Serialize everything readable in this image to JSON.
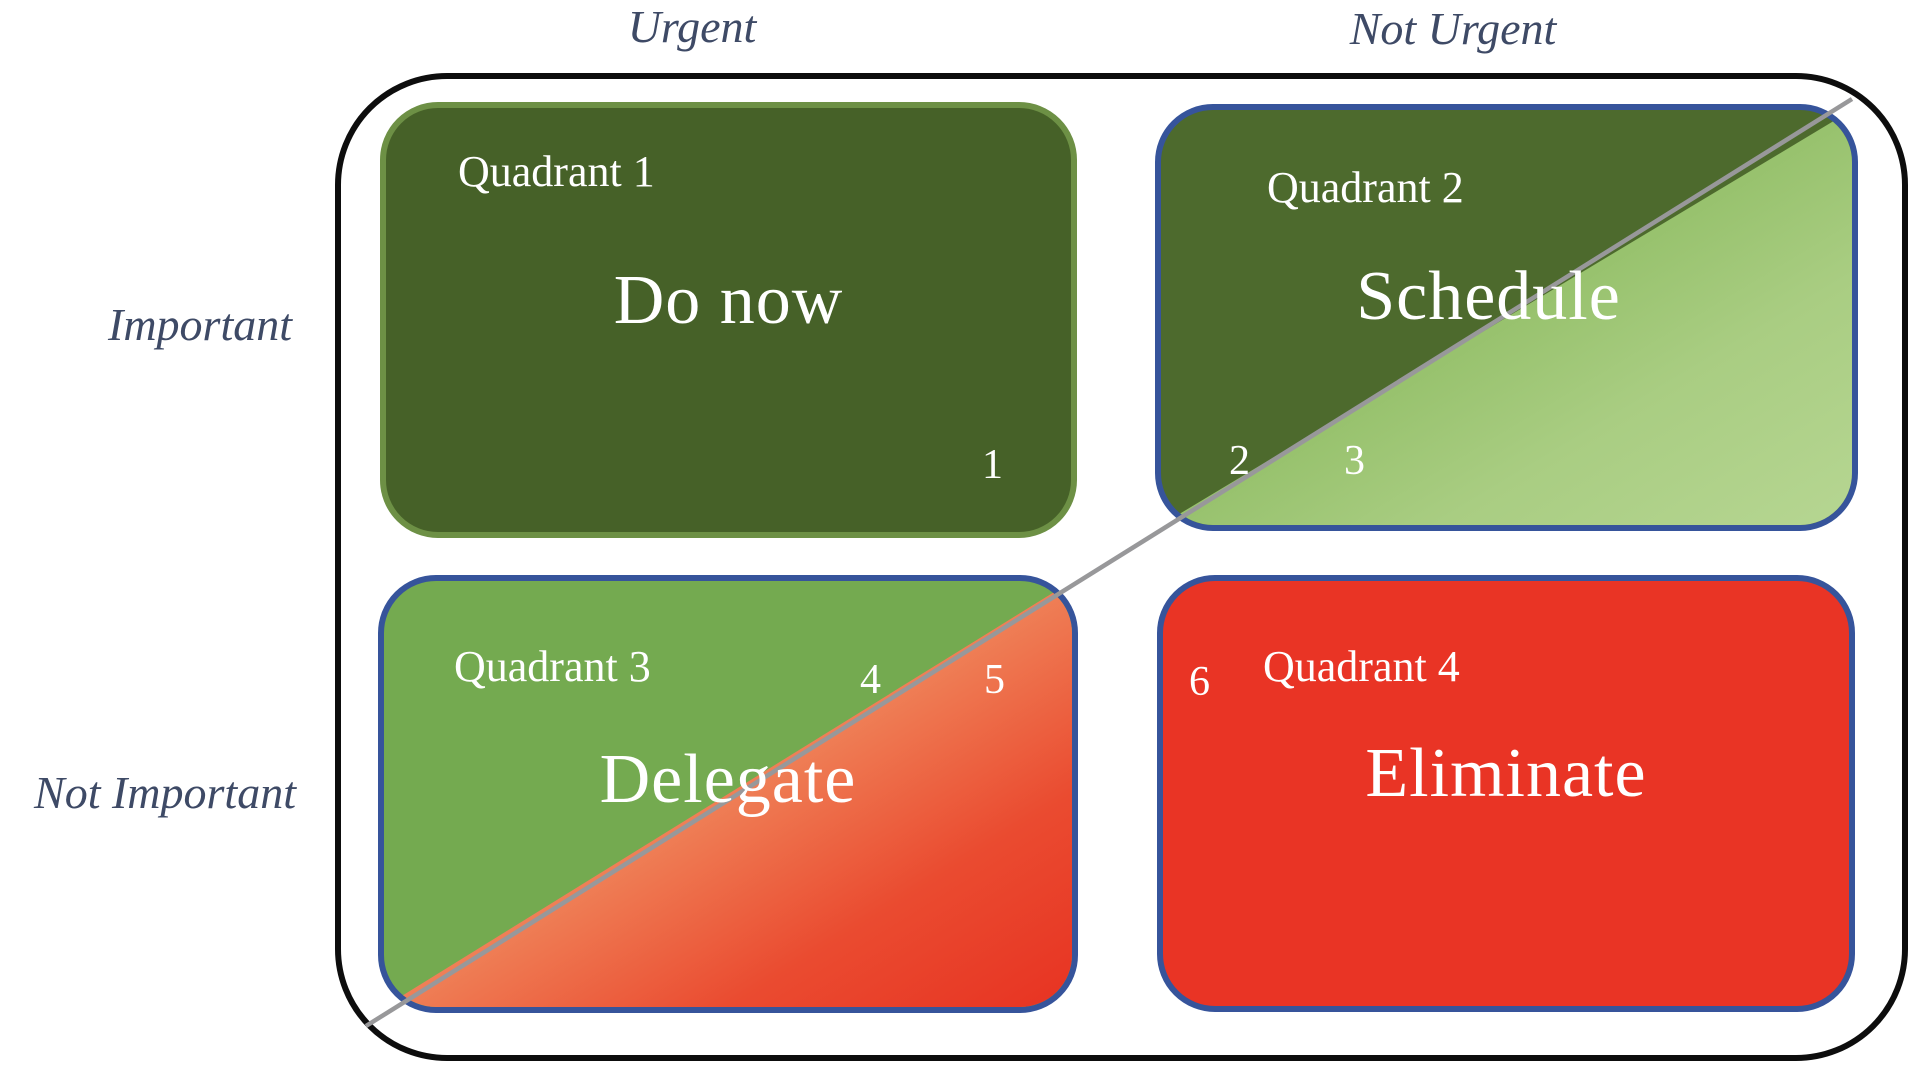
{
  "diagram": {
    "type": "eisenhower-priority-matrix",
    "axis_labels": {
      "top_left": "Urgent",
      "top_right": "Not Urgent",
      "left_top": "Important",
      "left_bottom": "Not Important"
    },
    "quadrants": [
      {
        "title": "Quadrant 1",
        "action": "Do now",
        "markers": [
          "1"
        ]
      },
      {
        "title": "Quadrant 2",
        "action": "Schedule",
        "markers": [
          "2",
          "3"
        ]
      },
      {
        "title": "Quadrant 3",
        "action": "Delegate",
        "markers": [
          "4",
          "5"
        ]
      },
      {
        "title": "Quadrant 4",
        "action": "Eliminate",
        "markers": [
          "6"
        ]
      }
    ],
    "colors": {
      "q1_fill": "#466128",
      "q1_border": "#6d9045",
      "q2_dark_green": "#4d6a2d",
      "q2_light_green": "#b6d692",
      "q3_green": "#74aa50",
      "q3_red": "#e73322",
      "q4_fill": "#e93425",
      "blue_border": "#36549b",
      "outer_border": "#0d0d0d",
      "diagonal_line": "#98989a",
      "axis_text": "#3e4a66",
      "quadrant_text": "#ffffff"
    }
  }
}
